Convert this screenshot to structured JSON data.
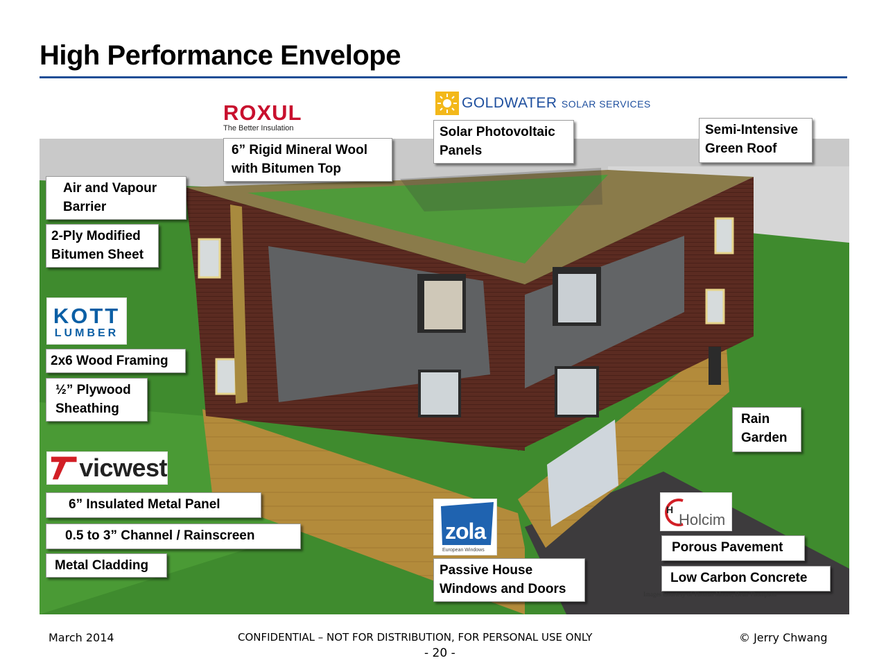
{
  "slide": {
    "title": "High Performance Envelope"
  },
  "logos": {
    "roxul": {
      "name": "ROXUL",
      "tagline": "The Better Insulation"
    },
    "goldwater": {
      "name": "GOLDWATER",
      "suffix": "SOLAR SERVICES"
    },
    "kott": {
      "line1": "KOTT",
      "line2": "LUMBER"
    },
    "vicwest": {
      "name": "vicwest"
    },
    "zola": {
      "name": "zola",
      "tagline": "European Windows"
    },
    "holcim": {
      "name": "Holcim"
    }
  },
  "callouts": {
    "mineral_wool": [
      "6” Rigid Mineral Wool",
      "with Bitumen Top"
    ],
    "solar_pv": [
      "Solar Photovoltaic",
      "Panels"
    ],
    "green_roof": [
      "Semi-Intensive",
      "Green Roof"
    ],
    "air_vapour": [
      "Air and Vapour",
      "Barrier"
    ],
    "bitumen_sheet": [
      "2-Ply Modified",
      "Bitumen Sheet"
    ],
    "wood_framing": [
      "2x6 Wood Framing"
    ],
    "plywood": [
      "½” Plywood",
      "Sheathing"
    ],
    "metal_panel": [
      "6” Insulated Metal Panel"
    ],
    "channel": [
      "0.5 to 3” Channel /  Rainscreen"
    ],
    "metal_cladding": [
      "Metal Cladding"
    ],
    "passive_house": [
      "Passive House",
      "Windows and Doors"
    ],
    "rain_garden": [
      "Rain",
      "Garden"
    ],
    "porous_pavement": [
      "Porous Pavement"
    ],
    "low_carbon": [
      "Low Carbon Concrete"
    ]
  },
  "image_credit": "Images Courtesy of Thomas Moore, Dean Thompson",
  "footer": {
    "date": "March 2014",
    "notice": "CONFIDENTIAL – NOT FOR DISTRIBUTION, FOR PERSONAL USE ONLY",
    "copyright": "© Jerry Chwang",
    "page": "- 20 -"
  },
  "colors": {
    "title_rule": "#1f4e96",
    "grass": "#3f8a2d",
    "brick": "#5a2a20",
    "wood": "#b08a3a",
    "stucco": "#5f6163",
    "pavement": "#3c3a3c"
  }
}
